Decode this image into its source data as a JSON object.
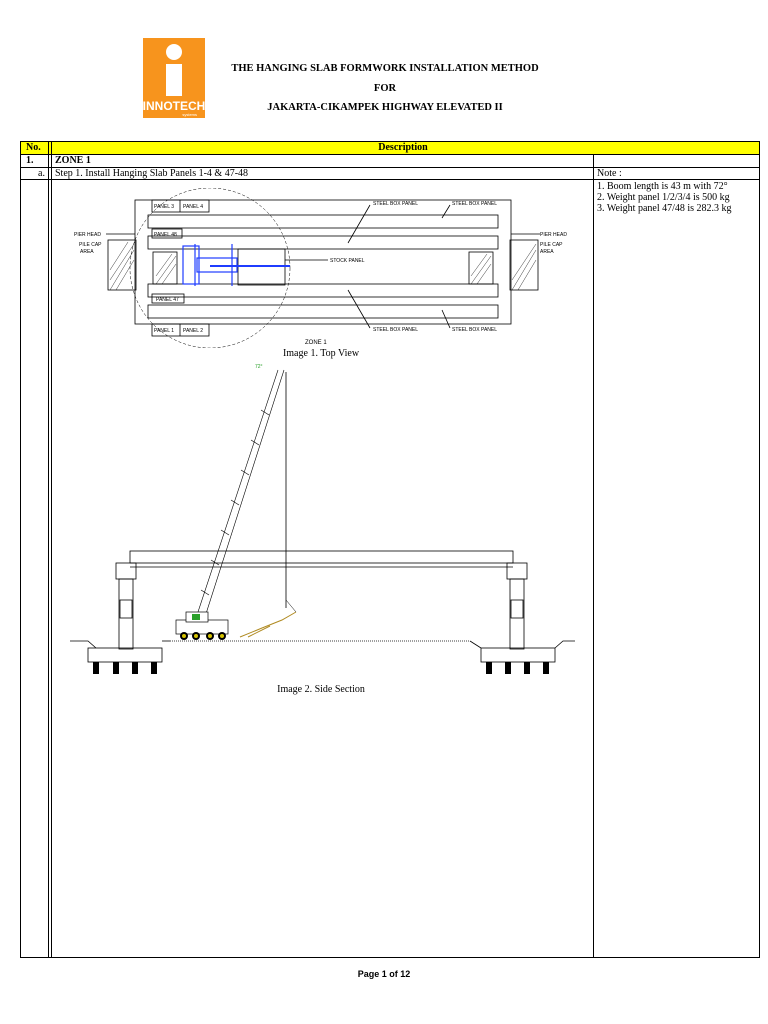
{
  "header": {
    "logo_text": "INNOTECH",
    "logo_subtext": "systems",
    "title_line1": "THE HANGING SLAB FORMWORK INSTALLATION METHOD",
    "title_line2": "FOR",
    "title_line3": "JAKARTA-CIKAMPEK HIGHWAY ELEVATED II"
  },
  "table": {
    "col_no": "No.",
    "col_desc": "Description",
    "row1_no": "1.",
    "row1_title": "ZONE 1",
    "row_a_no": "a.",
    "row_a_desc": "Step 1. Install Hanging Slab Panels 1-4 & 47-48",
    "note_title": "Note :",
    "notes": [
      "1.   Boom length is 43 m with 72°",
      "2.   Weight panel 1/2/3/4 is 500 kg",
      "3.   Weight panel 47/48 is 282.3 kg"
    ]
  },
  "image1": {
    "caption": "Image 1. Top View",
    "zone_label": "ZONE 1",
    "labels": {
      "panel3": "PANEL 3",
      "panel4": "PANEL 4",
      "panel48": "PANEL 48",
      "panel47": "PANEL 47",
      "panel1": "PANEL 1",
      "panel2": "PANEL 2",
      "steel_box_panel": "STEEL BOX PANEL",
      "stock_panel": "STOCK PANEL",
      "pier_head": "PIER HEAD",
      "pile_cap": "PILE CAP",
      "area": "AREA"
    }
  },
  "image2": {
    "caption": "Image 2. Side Section",
    "boom_tag": "72°"
  },
  "footer": {
    "page": "Page 1 of 12"
  },
  "colors": {
    "header_fill": "#ffff00",
    "logo_orange": "#f7941d",
    "crane_blue": "#1f3cff",
    "crane_green": "#2aa02a"
  }
}
